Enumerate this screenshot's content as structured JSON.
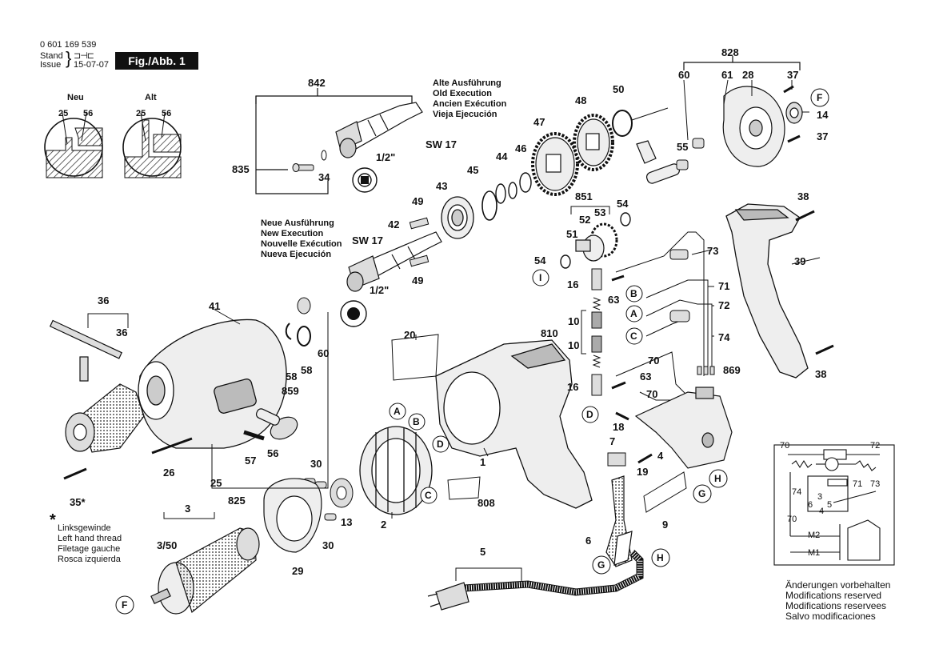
{
  "header": {
    "doc_number": "0 601 169 539",
    "stand_label": "Stand",
    "issue_label": "Issue",
    "issue_date": "15-07-07",
    "figure_label": "Fig./Abb. 1"
  },
  "detail_panel": {
    "neu": "Neu",
    "alt": "Alt",
    "num_25": "25",
    "num_56": "56"
  },
  "old_execution": [
    "Alte Ausführung",
    "Old Execution",
    "Ancien Exécution",
    "Vieja Ejecución"
  ],
  "new_execution": [
    "Neue Ausführung",
    "New Execution",
    "Nouvelle Exécution",
    "Nueva Ejecución"
  ],
  "chuck_specs": {
    "sw17": "SW 17",
    "half_inch": "1/2\""
  },
  "left_thread_note": {
    "star": "*",
    "lines": [
      "Linksgewinde",
      "Left hand thread",
      "Filetage gauche",
      "Rosca izquierda"
    ]
  },
  "modifications": [
    "Änderungen vorbehalten",
    "Modifications reserved",
    "Modifications reservees",
    "Salvo modificaciones"
  ],
  "wiring_schematic": {
    "labels": [
      "70",
      "72",
      "74",
      "71",
      "73",
      "3",
      "6",
      "4",
      "5",
      "70",
      "M2",
      "M1"
    ]
  },
  "part_numbers": [
    "842",
    "835",
    "34",
    "828",
    "60",
    "61",
    "28",
    "37",
    "37",
    "14",
    "50",
    "55",
    "47",
    "48",
    "46",
    "44",
    "45",
    "43",
    "49",
    "49",
    "42",
    "851",
    "52",
    "53",
    "51",
    "54",
    "54",
    "16",
    "16",
    "63",
    "63",
    "73",
    "71",
    "72",
    "74",
    "70",
    "70",
    "810",
    "10",
    "10",
    "869",
    "41",
    "36",
    "36",
    "60",
    "58",
    "58",
    "859",
    "57",
    "56",
    "26",
    "20",
    "1",
    "25",
    "825",
    "30",
    "30",
    "13",
    "2",
    "808",
    "3",
    "3/50",
    "29",
    "35*",
    "18",
    "19",
    "7",
    "4",
    "6",
    "5",
    "9",
    "38",
    "38",
    "39"
  ],
  "callouts": [
    "A",
    "B",
    "C",
    "D",
    "A",
    "B",
    "C",
    "D",
    "F",
    "F",
    "G",
    "G",
    "H",
    "H",
    "I"
  ]
}
